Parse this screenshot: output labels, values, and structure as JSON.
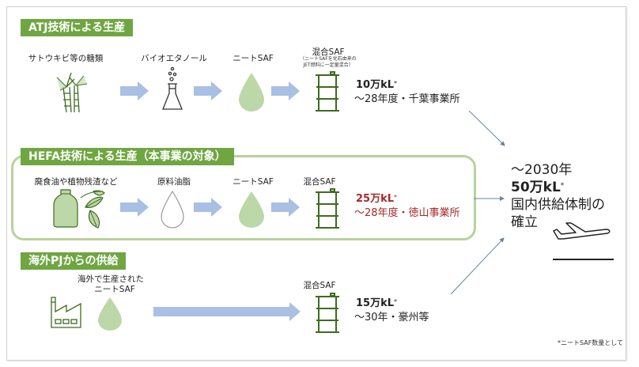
{
  "sections": {
    "atj": {
      "title": "ATJ技術による生産",
      "steps": [
        "サトウキビ等の糖類",
        "バイオエタノール",
        "ニートSAF",
        "混合SAF"
      ],
      "blend_note_line1": "（ニートSAFを化石由来の",
      "blend_note_line2": "JET燃料に一定量混合）",
      "quantity": "10万kL",
      "asterisk": "*",
      "detail": "～28年度・千葉事業所"
    },
    "hefa": {
      "title": "HEFA技術による生産（本事業の対象）",
      "steps": [
        "廃食油や植物残渣など",
        "原料油脂",
        "ニートSAF",
        "混合SAF"
      ],
      "quantity": "25万kL",
      "asterisk": "*",
      "detail": "～28年度・徳山事業所",
      "highlight_color": "#a32b2b"
    },
    "overseas": {
      "title": "海外PJからの供給",
      "source_line1": "海外で生産された",
      "source_line2": "ニートSAF",
      "step": "混合SAF",
      "quantity": "15万kL",
      "asterisk": "*",
      "detail": "～30年・豪州等"
    }
  },
  "goal": {
    "year": "～2030年",
    "quantity": "50万kL",
    "asterisk": "*",
    "line3": "国内供給体制の",
    "line4": "確立"
  },
  "footnote": "*ニートSAF数量として",
  "icons": [
    "sugarcane-icon",
    "flask-icon",
    "droplet-icon",
    "drum-icon",
    "bottle-icon",
    "leaf-icon",
    "outline-droplet-icon",
    "factory-icon",
    "airplane-icon",
    "arrow-right-icon"
  ],
  "colors": {
    "tag_green": "#70a642",
    "box_border": "#b7d39c",
    "arrow_blue": "#a9bfe3",
    "droplet_green": "#bcd7a8",
    "drum_green": "#3f6b1f",
    "connector": "#6a7fa8"
  }
}
